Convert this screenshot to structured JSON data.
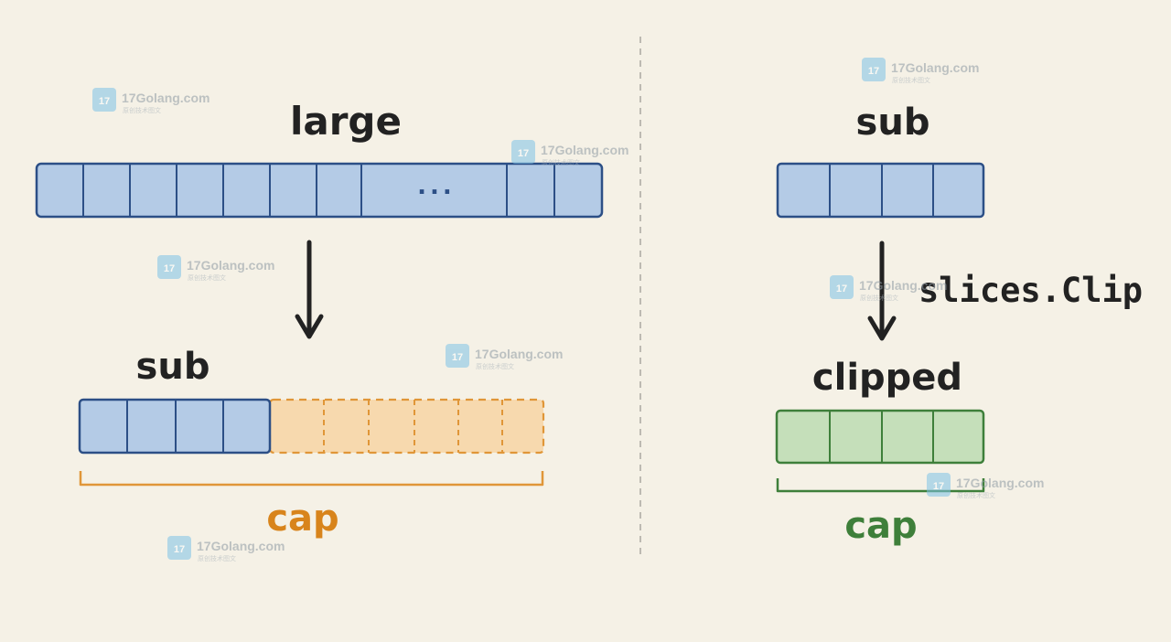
{
  "colors": {
    "background": "#f5f1e6",
    "blue_fill": "#b4cbe6",
    "blue_stroke": "#2c4f86",
    "orange_fill": "#f7d9ae",
    "orange_stroke": "#e09638",
    "orange_text": "#d8841c",
    "green_fill": "#c5dfba",
    "green_stroke": "#3e7f3a",
    "green_text": "#3e7f3a",
    "ink": "#222222",
    "divider": "#bdbab2"
  },
  "left": {
    "large_label": "large",
    "ellipsis": "...",
    "sub_label": "sub",
    "cap_label": "cap"
  },
  "right": {
    "sub_label": "sub",
    "operation_label": "slices.Clip",
    "clipped_label": "clipped",
    "cap_label": "cap"
  },
  "watermark": {
    "text": "17Golang.com",
    "subtext": "原创技术图文"
  }
}
